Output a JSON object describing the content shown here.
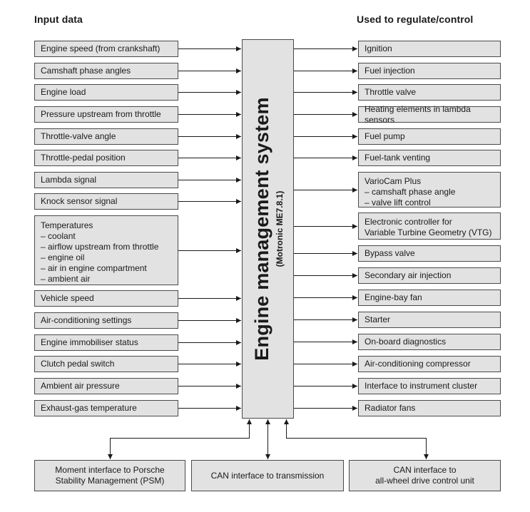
{
  "headers": {
    "input": "Input data",
    "output": "Used to regulate/control"
  },
  "central": {
    "title": "Engine management system",
    "subtitle": "(Motronic ME7.8.1)"
  },
  "inputs": [
    "Engine speed (from crankshaft)",
    "Camshaft phase angles",
    "Engine load",
    "Pressure upstream from throttle",
    "Throttle-valve angle",
    "Throttle-pedal position",
    "Lambda signal",
    "Knock sensor signal",
    "Temperatures\n– coolant\n– airflow upstream from throttle\n– engine oil\n– air in engine compartment\n– ambient air",
    "Vehicle speed",
    "Air-conditioning settings",
    "Engine immobiliser status",
    "Clutch pedal switch",
    "Ambient air pressure",
    "Exhaust-gas temperature"
  ],
  "outputs": [
    "Ignition",
    "Fuel injection",
    "Throttle valve",
    "Heating elements in lambda sensors",
    "Fuel pump",
    "Fuel-tank venting",
    "VarioCam Plus\n– camshaft phase angle\n– valve lift control",
    "Electronic controller for\nVariable Turbine Geometry (VTG)",
    "Bypass valve",
    "Secondary air injection",
    "Engine-bay fan",
    "Starter",
    "On-board diagnostics",
    "Air-conditioning compressor",
    "Interface to instrument cluster",
    "Radiator fans"
  ],
  "interfaces": [
    "Moment interface to Porsche\nStability Management (PSM)",
    "CAN interface to transmission",
    "CAN interface to\nall-wheel drive control unit"
  ]
}
